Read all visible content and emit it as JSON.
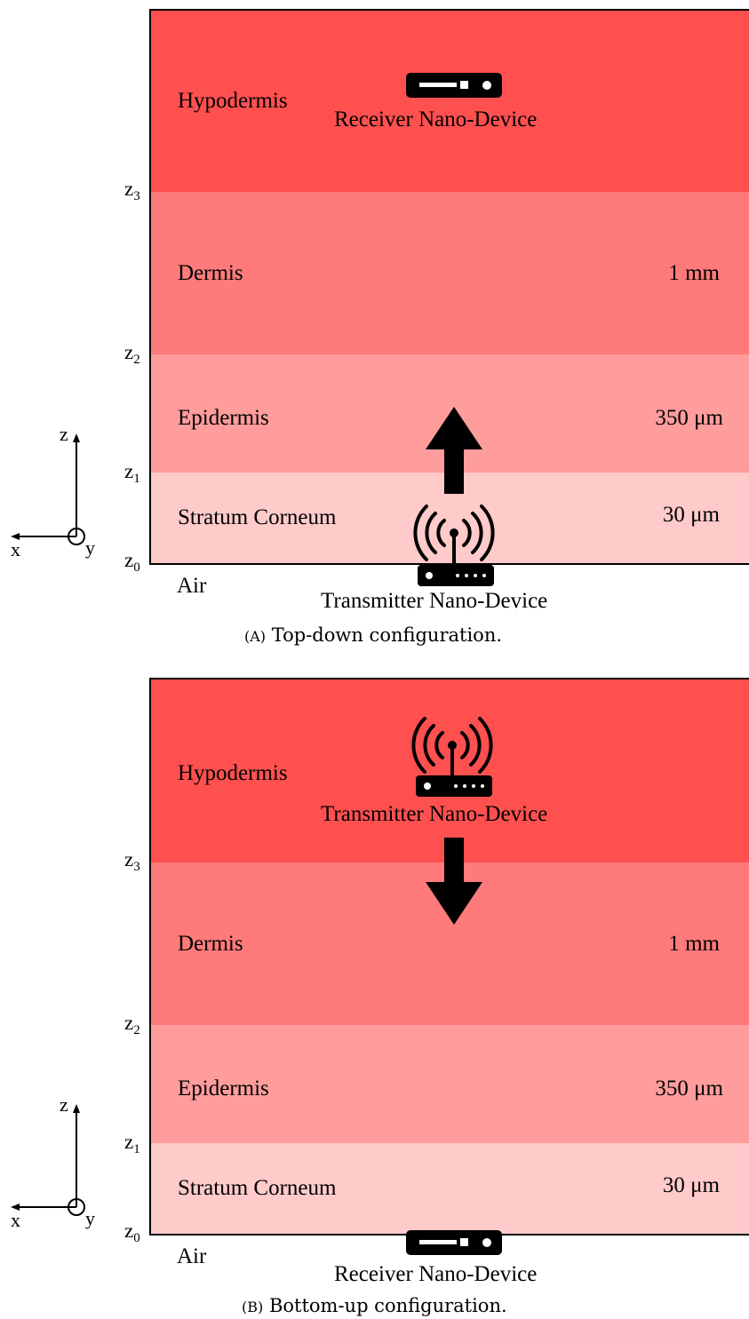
{
  "layers": {
    "hypodermis": {
      "label": "Hypodermis",
      "color": "#ff5050",
      "thickness": ""
    },
    "dermis": {
      "label": "Dermis",
      "color": "#ff7a7a",
      "thickness": "1 mm"
    },
    "epidermis": {
      "label": "Epidermis",
      "color": "#ff9c9c",
      "thickness": "350 μm"
    },
    "stratum": {
      "label": "Stratum Corneum",
      "color": "#ffcaca",
      "thickness": "30 μm"
    }
  },
  "air_label": "Air",
  "z_labels": {
    "z0": "0",
    "z1": "1",
    "z2": "2",
    "z3": "3",
    "base": "z"
  },
  "axes": {
    "z": "z",
    "x": "x",
    "y": "y"
  },
  "fig_a": {
    "receiver_label": "Receiver Nano-Device",
    "transmitter_label": "Transmitter Nano-Device",
    "caption_prefix": "(A)",
    "caption_text": "Top-down configuration."
  },
  "fig_b": {
    "transmitter_label": "Transmitter Nano-Device",
    "receiver_label": "Receiver Nano-Device",
    "caption_prefix": "(B)",
    "caption_text": "Bottom-up configuration."
  },
  "icons": [
    "router-icon",
    "antenna-waves-icon",
    "arrow-up-icon",
    "arrow-down-icon",
    "axis-icon"
  ]
}
